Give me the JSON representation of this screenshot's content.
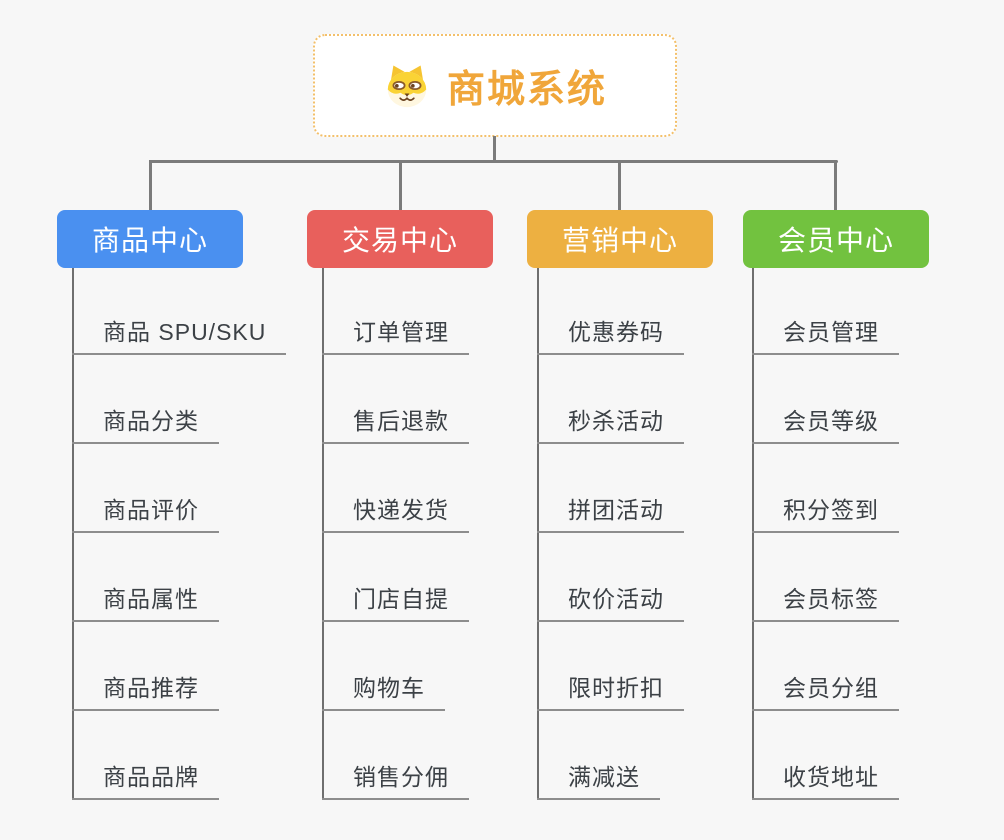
{
  "diagram": {
    "type": "org-mindmap",
    "background_color": "#f7f7f7",
    "connector_color": "#7b7b7b"
  },
  "root": {
    "title": "商城系统",
    "icon": "dog-icon",
    "text_color": "#f0a63a",
    "border_color": "#f3c06b"
  },
  "branches": [
    {
      "label": "商品中心",
      "color": "#4a90f0",
      "items": [
        "商品 SPU/SKU",
        "商品分类",
        "商品评价",
        "商品属性",
        "商品推荐",
        "商品品牌"
      ]
    },
    {
      "label": "交易中心",
      "color": "#e8605c",
      "items": [
        "订单管理",
        "售后退款",
        "快递发货",
        "门店自提",
        "购物车",
        "销售分佣"
      ]
    },
    {
      "label": "营销中心",
      "color": "#edb041",
      "items": [
        "优惠券码",
        "秒杀活动",
        "拼团活动",
        "砍价活动",
        "限时折扣",
        "满减送"
      ]
    },
    {
      "label": "会员中心",
      "color": "#72c23f",
      "items": [
        "会员管理",
        "会员等级",
        "积分签到",
        "会员标签",
        "会员分组",
        "收货地址"
      ]
    }
  ]
}
